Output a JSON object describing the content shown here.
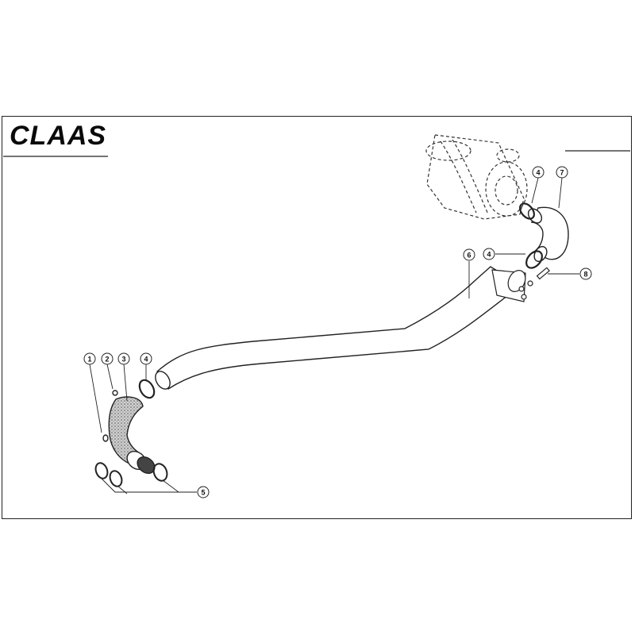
{
  "brand": {
    "logo_text": "CLAAS"
  },
  "callouts": [
    {
      "id": "callout-1",
      "label": "1"
    },
    {
      "id": "callout-2",
      "label": "2"
    },
    {
      "id": "callout-3",
      "label": "3"
    },
    {
      "id": "callout-4a",
      "label": "4"
    },
    {
      "id": "callout-4b",
      "label": "4"
    },
    {
      "id": "callout-4c",
      "label": "4"
    },
    {
      "id": "callout-5",
      "label": "5"
    },
    {
      "id": "callout-6",
      "label": "6"
    },
    {
      "id": "callout-7",
      "label": "7"
    },
    {
      "id": "callout-8",
      "label": "8"
    }
  ],
  "colors": {
    "line": "#222222",
    "hatch": "#555555",
    "background": "#ffffff"
  }
}
